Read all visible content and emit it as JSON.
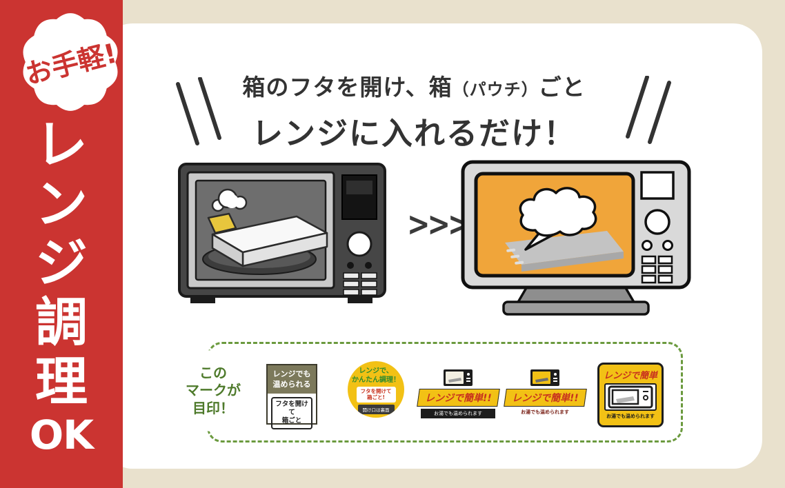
{
  "colors": {
    "bg": "#e9e1cd",
    "red": "#cb3431",
    "panel": "#ffffff",
    "ink": "#333333",
    "green": "#6b9a3e",
    "green-text": "#4e7a2b",
    "yellow": "#f2c115",
    "badge-red": "#c8321e",
    "olive": "#7c795b"
  },
  "banner": {
    "splash_label": "お手軽!",
    "title_chars": [
      "レ",
      "ン",
      "ジ",
      "調",
      "理",
      "OK"
    ]
  },
  "headline": {
    "line1_a": "箱のフタを開け、箱",
    "line1_b": "（パウチ）",
    "line1_c": "ごと",
    "line2": "レンジに入れるだけ！"
  },
  "arrow_glyphs": ">>>",
  "marks": {
    "callout_lines": [
      "この",
      "マークが",
      "目印！"
    ],
    "badge1": {
      "top1": "レンジでも",
      "top2": "温められる",
      "box1": "フタを開けて",
      "box2": "箱ごと"
    },
    "badge2": {
      "top1": "レンジで、",
      "top2": "かんたん調理！",
      "box1": "フタを開けて",
      "box2": "箱ごと!",
      "foot": "開け口は裏面"
    },
    "badge3": {
      "title": "レンジで簡単!!",
      "foot": "お湯でも温められます"
    },
    "badge4": {
      "title": "レンジで簡単!!",
      "foot": "お湯でも温められます"
    },
    "badge5": {
      "title": "レンジで簡単",
      "foot": "お湯でも温められます"
    }
  }
}
